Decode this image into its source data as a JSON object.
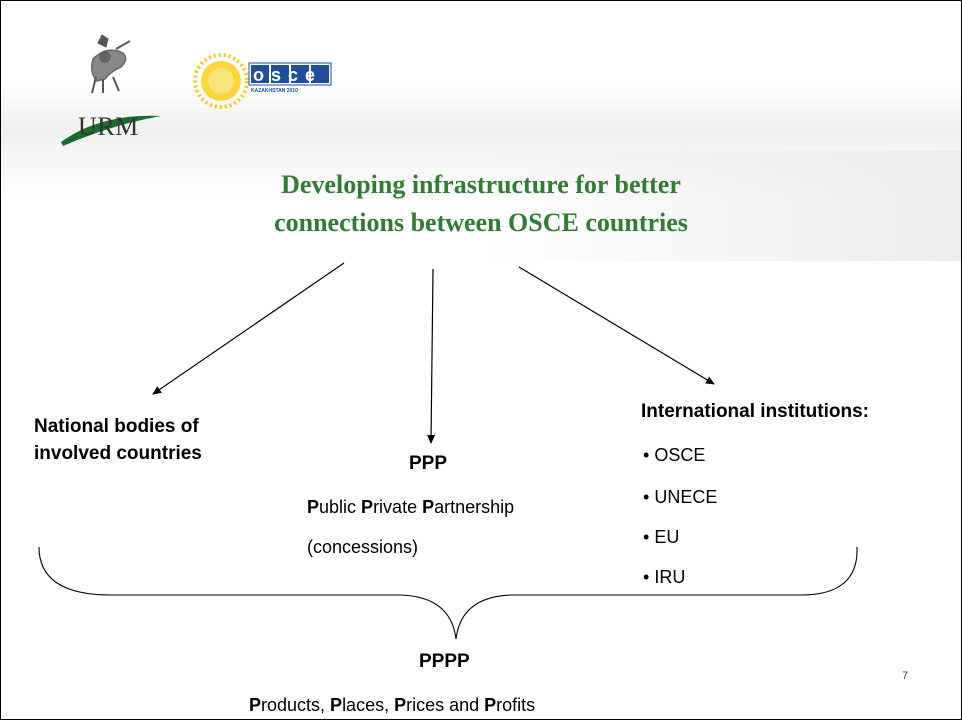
{
  "header": {
    "urm_logo_text": "URM",
    "osce_logo_text": "osce",
    "osce_logo_subtext": "KAZAKHSTAN 2010"
  },
  "title": {
    "line1": "Developing infrastructure for better",
    "line2": "connections between OSCE countries",
    "color": "#2e7d32"
  },
  "left_node": {
    "line1": "National bodies of",
    "line2": "involved countries"
  },
  "center_node": {
    "title": "PPP",
    "definition": [
      {
        "initial": "P",
        "rest": "ublic "
      },
      {
        "initial": "P",
        "rest": "rivate "
      },
      {
        "initial": "P",
        "rest": "artnership"
      }
    ],
    "note": "(concessions)"
  },
  "right_node": {
    "title": "International institutions:",
    "items": [
      "OSCE",
      "UNECE",
      "EU",
      "IRU"
    ],
    "bullet": "•"
  },
  "bottom_node": {
    "title": "PPPP",
    "definition": [
      {
        "initial": "P",
        "rest": "roducts, "
      },
      {
        "initial": "P",
        "rest": "laces, "
      },
      {
        "initial": "P",
        "rest": "rices and "
      },
      {
        "initial": "P",
        "rest": "rofits"
      }
    ]
  },
  "page_number": "7",
  "colors": {
    "title_green": "#2e7d32",
    "logo_green": "#1b6b2a",
    "sun_yellow": "#f5c518",
    "osce_blue": "#1f4e9a"
  }
}
